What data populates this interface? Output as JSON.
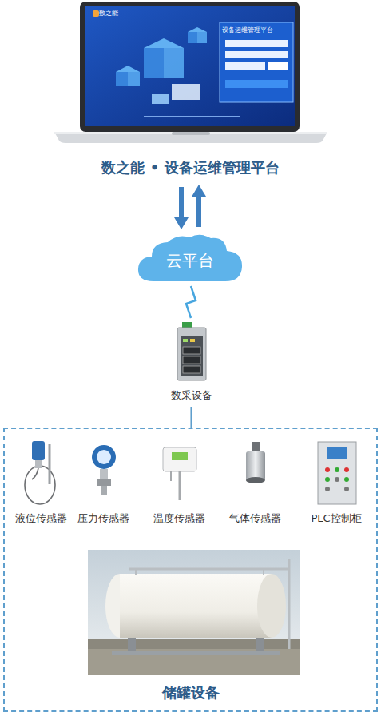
{
  "diagram": {
    "nodes": [
      {
        "text": [
          "数之能 • 设备运维管理平台"
        ]
      },
      {
        "text": [
          "云平台"
        ]
      },
      {
        "text": [
          "数采设备"
        ]
      },
      {
        "text": [
          "储罐设备"
        ]
      },
      {
        "text": [
          "液位传感器"
        ],
        "in": 3
      },
      {
        "text": [
          "压力传感器"
        ],
        "in": 3
      },
      {
        "text": [
          "温度传感器"
        ],
        "in": 3
      },
      {
        "text": [
          "气体传感器"
        ],
        "in": 3
      },
      {
        "text": [
          "PLC控制柜"
        ],
        "in": 3
      }
    ],
    "edges": [
      {
        "from": 0,
        "to": 1,
        "arrow": "to"
      },
      {
        "from": 1,
        "to": 0,
        "arrow": "to"
      },
      {
        "from": 2,
        "to": 1,
        "arrow": "none"
      },
      {
        "from": 2,
        "to": 3,
        "arrow": "none"
      }
    ],
    "labels": [
      "数之能",
      "设备运维管理平台"
    ]
  }
}
